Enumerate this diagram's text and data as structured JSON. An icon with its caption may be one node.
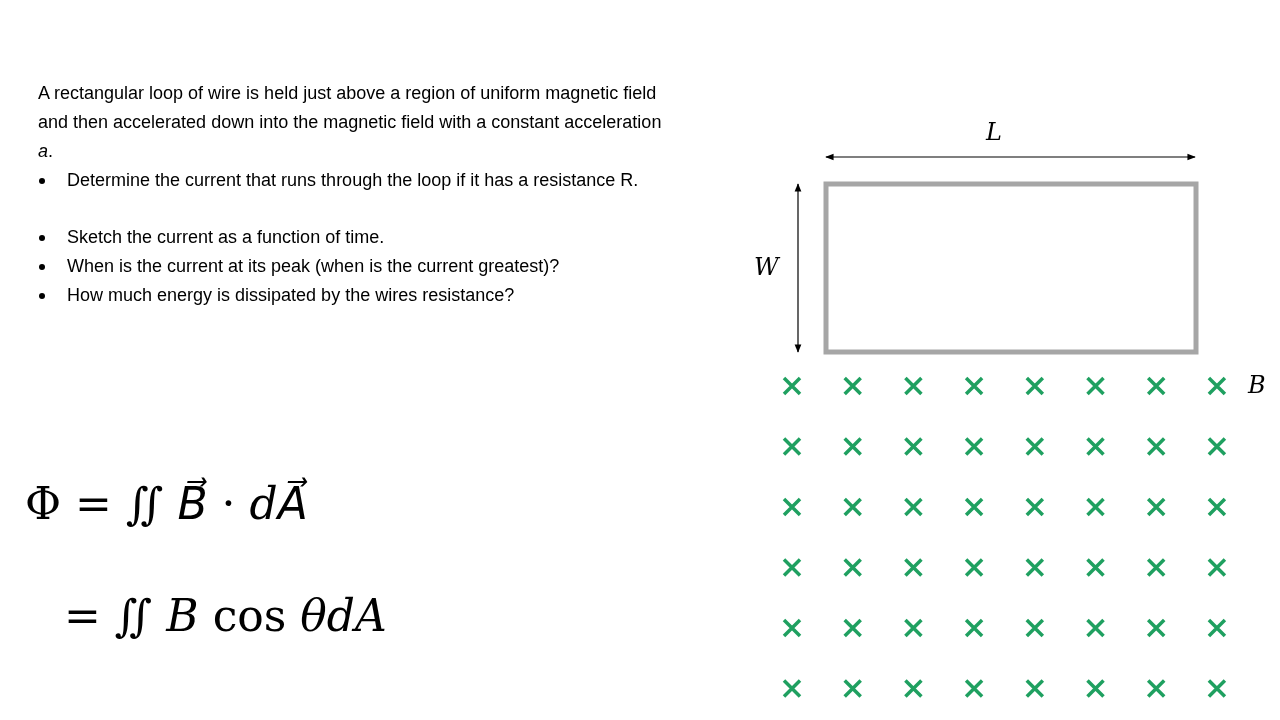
{
  "diagram": {
    "nodes": [
      {
        "text": [],
        "shape": "box"
      }
    ],
    "labels": [
      "A rectangular loop of wire is held just above a region of uniform magnetic field and then accelerated down into the magnetic field with a constant acceleration *a*.",
      "Determine the current that runs through the loop if it has a resistance R.",
      "Sketch the current as a function of time.",
      "When is the current at its peak (when is the current greatest)?",
      "How much energy is dissipated by the wires resistance?",
      "L",
      "W",
      "B",
      "Φ = ∬ *B⃗* · *dA⃗*",
      "= ∬ *B* cos *θdA*"
    ]
  }
}
